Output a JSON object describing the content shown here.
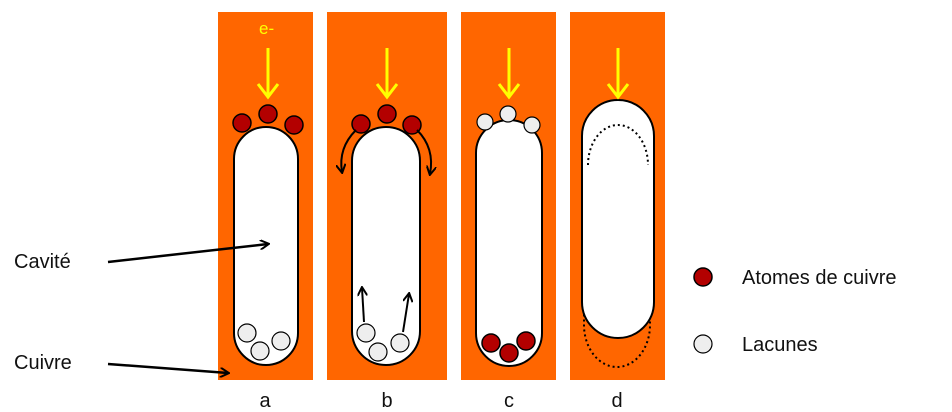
{
  "colors": {
    "copper": "#ff6600",
    "cavity": "#ffffff",
    "outline": "#000000",
    "arrow": "#ffff00",
    "atom": "#b30000",
    "vacancy": "#eeeeee"
  },
  "labels": {
    "electron": "e-",
    "cavity": "Cavité",
    "copper": "Cuivre"
  },
  "panels": [
    {
      "id": "a",
      "label": "a"
    },
    {
      "id": "b",
      "label": "b"
    },
    {
      "id": "c",
      "label": "c"
    },
    {
      "id": "d",
      "label": "d"
    }
  ],
  "legend": {
    "atoms": "Atomes de cuivre",
    "vacancies": "Lacunes"
  }
}
